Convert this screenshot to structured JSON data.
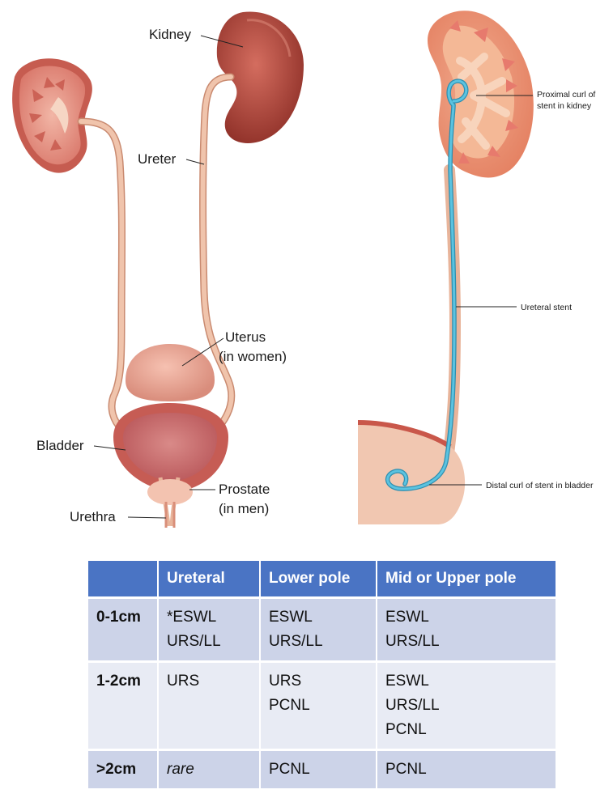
{
  "figure": {
    "left_labels": {
      "kidney": "Kidney",
      "ureter": "Ureter",
      "uterus_line1": "Uterus",
      "uterus_line2": "(in women)",
      "bladder": "Bladder",
      "prostate_line1": "Prostate",
      "prostate_line2": "(in men)",
      "urethra": "Urethra"
    },
    "right_labels": {
      "proximal_line1": "Proximal curl of",
      "proximal_line2": "stent in kidney",
      "ureteral_stent": "Ureteral stent",
      "distal": "Distal curl of stent in bladder"
    },
    "colors": {
      "kidney": "#b5493f",
      "ureter": "#e8b49a",
      "stent": "#57b8d6",
      "table_header": "#4a74c4",
      "table_row_dark": "#ccd3e8",
      "table_row_light": "#e8ebf4"
    }
  },
  "table": {
    "headers": [
      "",
      "Ureteral",
      "Lower pole",
      "Mid or Upper pole"
    ],
    "rows": [
      {
        "size": "0-1cm",
        "ureteral": [
          "*ESWL",
          "URS/LL"
        ],
        "lower": [
          "ESWL",
          "URS/LL"
        ],
        "mid_upper": [
          "ESWL",
          "URS/LL"
        ]
      },
      {
        "size": "1-2cm",
        "ureteral": [
          "URS"
        ],
        "lower": [
          "URS",
          "PCNL"
        ],
        "mid_upper": [
          "ESWL",
          "URS/LL",
          "PCNL"
        ]
      },
      {
        "size": ">2cm",
        "ureteral": [
          "rare"
        ],
        "lower": [
          "PCNL"
        ],
        "mid_upper": [
          "PCNL"
        ]
      }
    ]
  }
}
